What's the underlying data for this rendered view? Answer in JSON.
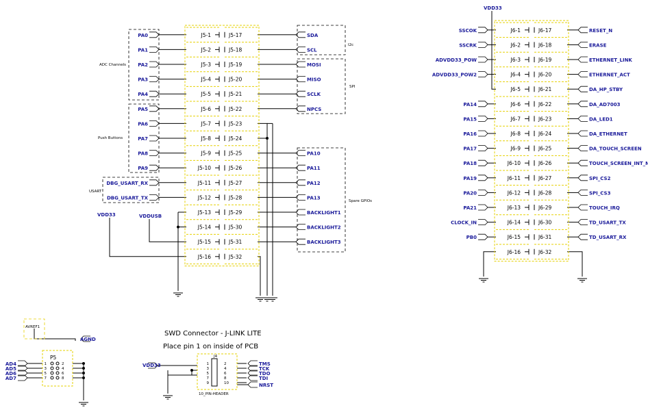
{
  "colors": {
    "wire": "#000000",
    "net_label": "#1a1a9a",
    "part_outline": "#e6d000",
    "group_outline": "#000000"
  },
  "power_labels": {
    "vdd33_top": "VDD33",
    "vdd33_j5": "VDD33",
    "vddusb": "VDDUSB",
    "vdd33_j6": "VDD33",
    "avref": "AVREF1",
    "agnd": "AGND"
  },
  "group_labels": {
    "adc": "ADC Channels",
    "buttons": "Push Buttons",
    "usart": "USART",
    "i2c": "I2c",
    "spi": "SPI",
    "gpio": "Spare GPIOs"
  },
  "j5": {
    "left_pins": [
      "J5-1",
      "J5-2",
      "J5-3",
      "J5-4",
      "J5-5",
      "J5-6",
      "J5-7",
      "J5-8",
      "J5-9",
      "J5-10",
      "J5-11",
      "J5-12",
      "J5-13",
      "J5-14",
      "J5-15",
      "J5-16"
    ],
    "right_pins": [
      "J5-17",
      "J5-18",
      "J5-19",
      "J5-20",
      "J5-21",
      "J5-22",
      "J5-23",
      "J5-24",
      "J5-25",
      "J5-26",
      "J5-27",
      "J5-28",
      "J5-29",
      "J5-30",
      "J5-31",
      "J5-32"
    ],
    "left_nets": [
      "PA0",
      "PA1",
      "PA2",
      "PA3",
      "PA4",
      "PA5",
      "PA6",
      "PA7",
      "PA8",
      "PA9",
      "DBG_USART_RX",
      "DBG_USART_TX",
      "",
      "",
      "",
      ""
    ],
    "right_nets": [
      "SDA",
      "SCL",
      "MOSI",
      "MISO",
      "SCLK",
      "NPCS",
      "",
      "",
      "PA10",
      "PA11",
      "PA12",
      "PA13",
      "BACKLIGHT1",
      "BACKLIGHT2",
      "BACKLIGHT3",
      ""
    ]
  },
  "j6": {
    "left_pins": [
      "J6-1",
      "J6-2",
      "J6-3",
      "J6-4",
      "J6-5",
      "J6-6",
      "J6-7",
      "J6-8",
      "J6-9",
      "J6-10",
      "J6-11",
      "J6-12",
      "J6-13",
      "J6-14",
      "J6-15",
      "J6-16"
    ],
    "right_pins": [
      "J6-17",
      "J6-18",
      "J6-19",
      "J6-20",
      "J6-21",
      "J6-22",
      "J6-23",
      "J6-24",
      "J6-25",
      "J6-26",
      "J6-27",
      "J6-28",
      "J6-29",
      "J6-30",
      "J6-31",
      "J6-32"
    ],
    "left_nets": [
      "SSCOK",
      "SSCRK",
      "ADVDD33_POW",
      "ADVDD33_POW2",
      "",
      "PA14",
      "PA15",
      "PA16",
      "PA17",
      "PA18",
      "PA19",
      "PA20",
      "PA21",
      "CLOCK_IN",
      "PB0",
      ""
    ],
    "right_nets": [
      "RESET_N",
      "ERASE",
      "ETHERNET_LINK",
      "ETHERNET_ACT",
      "DA_HP_STBY",
      "DA_AD7003",
      "DA_LED1",
      "DA_ETHERNET",
      "DA_TOUCH_SCREEN",
      "TOUCH_SCREEN_INT_N",
      "SPI_CS2",
      "SPI_CS3",
      "TOUCH_IRQ",
      "TD_USART_TX",
      "TD_USART_RX",
      ""
    ]
  },
  "p5": {
    "ref": "P5",
    "pin_numbers": [
      "1",
      "2",
      "3",
      "4",
      "5",
      "6",
      "7",
      "8"
    ],
    "nets": [
      "AD4",
      "AD5",
      "AD6",
      "AD7"
    ]
  },
  "swd": {
    "title": "SWD Connector - J-LINK LITE",
    "subtitle": "Place pin 1 on inside of PCB",
    "ref": "J4",
    "part": "10_PIN-HEADER",
    "pin_numbers": [
      "1",
      "2",
      "3",
      "4",
      "5",
      "6",
      "7",
      "8",
      "9",
      "10"
    ],
    "left_net": "VDD33",
    "right_nets": [
      "TMS",
      "TCK",
      "TDO",
      "TDI",
      "NRST"
    ]
  }
}
